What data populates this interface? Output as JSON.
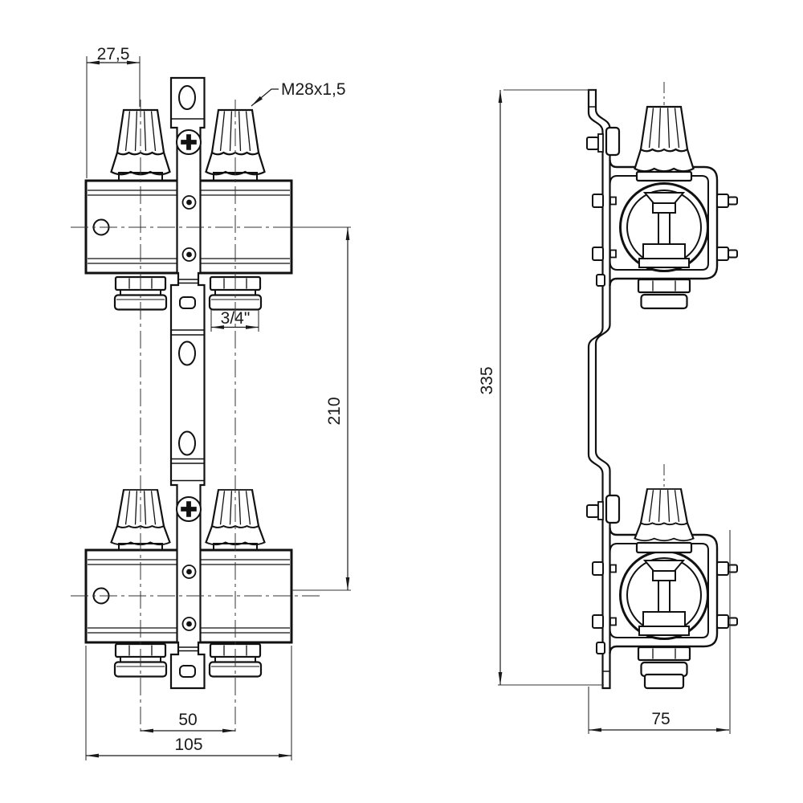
{
  "drawing": {
    "labels": {
      "bracket_offset": "27,5",
      "thread": "M28x1,5",
      "outlet_thread": "3/4\"",
      "valve_spacing": "210",
      "outlet_spacing": "50",
      "manifold_width": "105",
      "bracket_height": "335",
      "depth": "75"
    }
  }
}
